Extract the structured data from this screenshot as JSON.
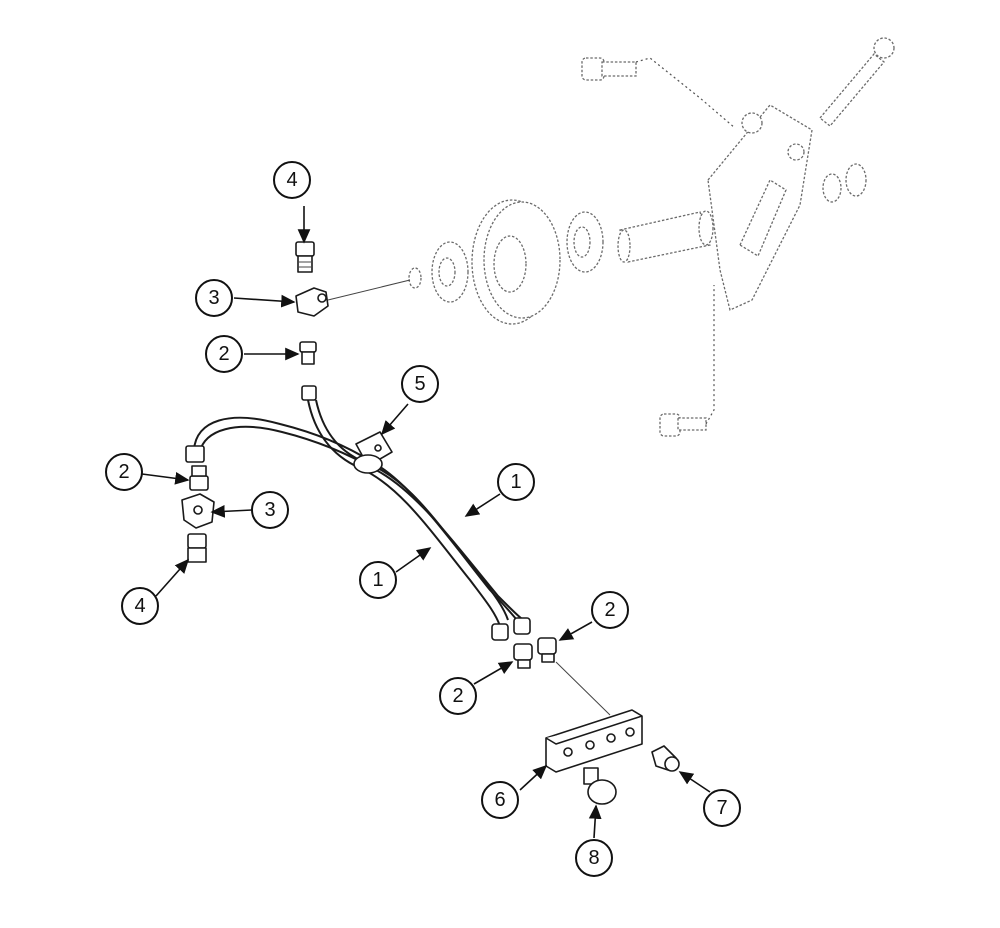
{
  "diagram": {
    "callouts": [
      {
        "label": "4"
      },
      {
        "label": "3"
      },
      {
        "label": "2"
      },
      {
        "label": "5"
      },
      {
        "label": "2"
      },
      {
        "label": "3"
      },
      {
        "label": "4"
      },
      {
        "label": "1"
      },
      {
        "label": "1"
      },
      {
        "label": "2"
      },
      {
        "label": "2"
      },
      {
        "label": "6"
      },
      {
        "label": "7"
      },
      {
        "label": "8"
      }
    ]
  }
}
